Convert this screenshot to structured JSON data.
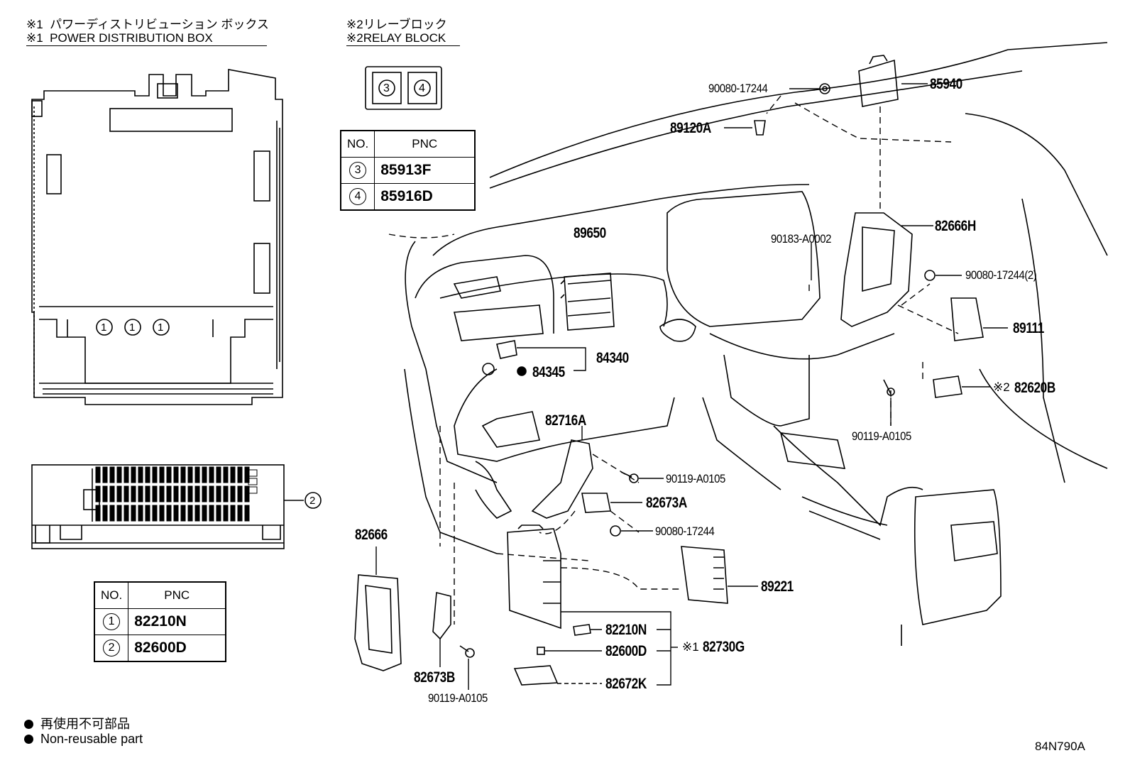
{
  "power_box": {
    "mark": "※1",
    "title_jp": "パワーディストリビューション ボックス",
    "title_en": "POWER DISTRIBUTION BOX",
    "callout_1": "1",
    "callout_2": "2",
    "table": {
      "head_no": "NO.",
      "head_pnc": "PNC",
      "rows": [
        {
          "no": "1",
          "pnc": "82210N"
        },
        {
          "no": "2",
          "pnc": "82600D"
        }
      ]
    }
  },
  "relay_block": {
    "mark": "※2",
    "title_jp": "リレーブロック",
    "title_en": "RELAY BLOCK",
    "slot_3": "3",
    "slot_4": "4",
    "table": {
      "head_no": "NO.",
      "head_pnc": "PNC",
      "rows": [
        {
          "no": "3",
          "pnc": "85913F"
        },
        {
          "no": "4",
          "pnc": "85916D"
        }
      ]
    }
  },
  "parts": {
    "p90080_top": "90080-17244",
    "p85940": "85940",
    "p89120A": "89120A",
    "p89650": "89650",
    "p90183": "90183-A0002",
    "p82666H": "82666H",
    "p90080_2": "90080-17244(2)",
    "p89111": "89111",
    "p84340": "84340",
    "p84345": "84345",
    "p82620B_mark": "※2",
    "p82620B": "82620B",
    "p90119_right": "90119-A0105",
    "p82716A": "82716A",
    "p90119_mid": "90119-A0105",
    "p82673A": "82673A",
    "p90080_mid": "90080-17244",
    "p82666": "82666",
    "p89221": "89221",
    "p82210N": "82210N",
    "p82600D": "82600D",
    "p82672K": "82672K",
    "p82730G_mark": "※1",
    "p82730G": "82730G",
    "p82673B": "82673B",
    "p90119_bottom": "90119-A0105"
  },
  "legend": {
    "jp": "再使用不可部品",
    "en": "Non-reusable part"
  },
  "figure_code": "84N790A"
}
